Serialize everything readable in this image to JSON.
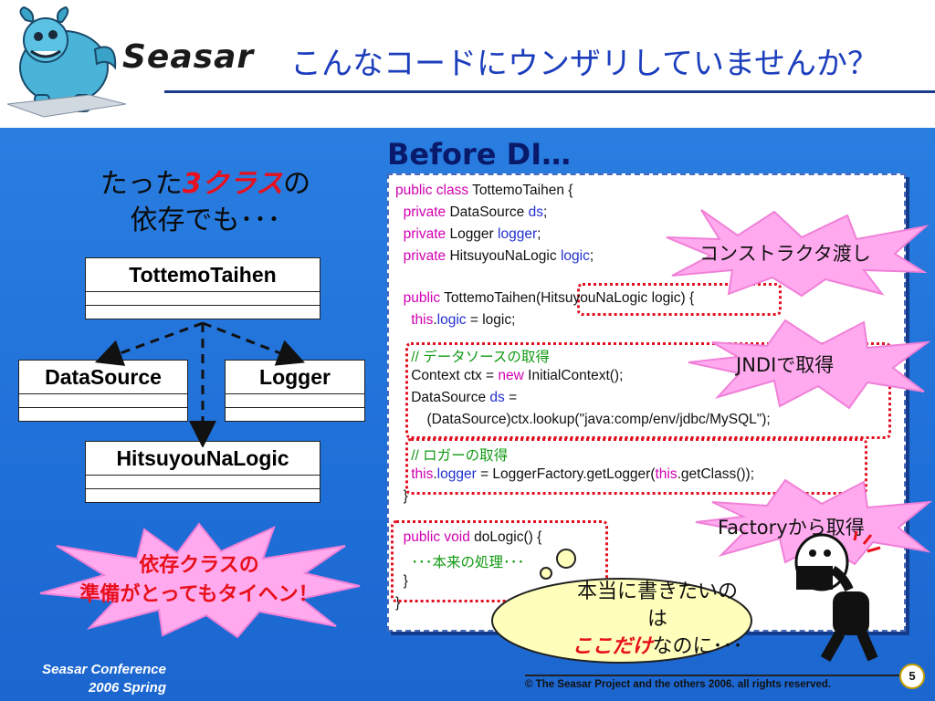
{
  "header": {
    "brand": "Seasar",
    "slide_title": "こんなコードにウンザリしていませんか？"
  },
  "left": {
    "caption_pre": "たった",
    "caption_red": "3クラス",
    "caption_post": "の",
    "caption_line2": "依存でも･･･",
    "classes": {
      "top": "TottemoTaihen",
      "left": "DataSource",
      "right": "Logger",
      "bottom": "HitsuyouNaLogic"
    },
    "burst_line1": "依存クラスの",
    "burst_line2": "準備がとってもタイヘン！"
  },
  "code": {
    "heading": "Before DI…",
    "l1_kw": "public class",
    "l1_rest": " TottemoTaihen {",
    "l2_kw": "  private",
    "l2_type": " DataSource ",
    "l2_fld": "ds",
    "l2_end": ";",
    "l3_kw": "  private",
    "l3_type": " Logger ",
    "l3_fld": "logger",
    "l3_end": ";",
    "l4_kw": "  private",
    "l4_type": " HitsuyouNaLogic ",
    "l4_fld": "logic",
    "l4_end": ";",
    "l5_kw": "  public",
    "l5_rest": " TottemoTaihen(HitsuyouNaLogic logic) {",
    "l6_kw": "    this",
    "l6_dot": ".",
    "l6_fld": "logic",
    "l6_rest": " = logic;",
    "l7_cmt": "    // データソースの取得",
    "l8_pre": "    Context ctx = ",
    "l8_kw": "new",
    "l8_rest": " InitialContext();",
    "l9_pre": "    DataSource ",
    "l9_fld": "ds",
    "l9_rest": " =",
    "l10": "        (DataSource)ctx.lookup(\"java:comp/env/jdbc/MySQL\");",
    "l11_cmt": "    // ロガーの取得",
    "l12_kw": "    this",
    "l12_dot": ".",
    "l12_fld": "logger",
    "l12_mid": " = LoggerFactory.getLogger(",
    "l12_kw2": "this",
    "l12_rest": ".getClass());",
    "l13": "  }",
    "l14_kw": "  public void",
    "l14_rest": " doLogic() {",
    "l15_cmt": "    ･･･本来の処理･･･",
    "l16": "  }",
    "l17": "}"
  },
  "bursts": {
    "constructor": "コンストラクタ渡し",
    "jndi": "JNDIで取得",
    "factory": "Factoryから取得"
  },
  "bubble": {
    "line1": "本当に書きたいの",
    "line2": "は",
    "red": "ここだけ",
    "rest": "なのに･･･"
  },
  "footer": {
    "conference_line1": "Seasar Conference",
    "conference_line2": "2006 Spring",
    "copyright": "© The Seasar Project and the others 2006. all rights reserved.",
    "page_number": "5"
  },
  "colors": {
    "background_blue": "#1f6fd8",
    "title_blue": "#1c3ebd",
    "accent_red": "#e8101c",
    "burst_pink": "#ffaaee",
    "keyword_magenta": "#d000b0",
    "field_blue": "#2030d0",
    "comment_green": "#119911"
  }
}
